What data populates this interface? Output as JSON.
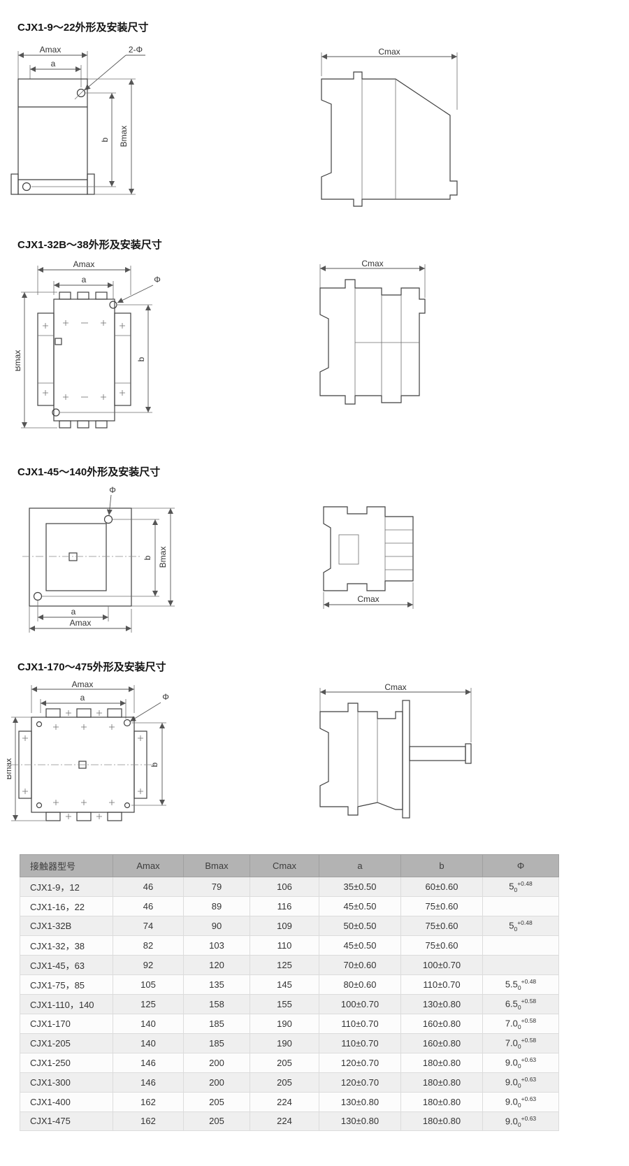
{
  "sections": [
    {
      "title": "CJX1-9～22外形及安装尺寸"
    },
    {
      "title": "CJX1-32B～38外形及安装尺寸"
    },
    {
      "title": "CJX1-45～140外形及安装尺寸"
    },
    {
      "title": "CJX1-170～475外形及安装尺寸"
    }
  ],
  "labels": {
    "amax": "Amax",
    "a": "a",
    "b": "b",
    "bmax": "Bmax",
    "cmax": "Cmax",
    "phi": "Φ",
    "two_phi": "2-Φ"
  },
  "colors": {
    "line": "#3f3f3f",
    "table_header_bg": "#b3b3b3",
    "row_alt_bg": "#efefef",
    "border": "#dcdcdc"
  },
  "table": {
    "headers": [
      "接触器型号",
      "Amax",
      "Bmax",
      "Cmax",
      "a",
      "b",
      "Φ"
    ],
    "rows": [
      {
        "model": "CJX1-9，12",
        "amax": "46",
        "bmax": "79",
        "cmax": "106",
        "a": "35±0.50",
        "b": "60±0.60",
        "phi": {
          "base": "5",
          "lower": "0",
          "upper": "+0.48"
        }
      },
      {
        "model": "CJX1-16，22",
        "amax": "46",
        "bmax": "89",
        "cmax": "116",
        "a": "45±0.50",
        "b": "75±0.60",
        "phi": null
      },
      {
        "model": "CJX1-32B",
        "amax": "74",
        "bmax": "90",
        "cmax": "109",
        "a": "50±0.50",
        "b": "75±0.60",
        "phi": {
          "base": "5",
          "lower": "0",
          "upper": "+0.48"
        }
      },
      {
        "model": "CJX1-32，38",
        "amax": "82",
        "bmax": "103",
        "cmax": "110",
        "a": "45±0.50",
        "b": "75±0.60",
        "phi": null
      },
      {
        "model": "CJX1-45，63",
        "amax": "92",
        "bmax": "120",
        "cmax": "125",
        "a": "70±0.60",
        "b": "100±0.70",
        "phi": null
      },
      {
        "model": "CJX1-75，85",
        "amax": "105",
        "bmax": "135",
        "cmax": "145",
        "a": "80±0.60",
        "b": "110±0.70",
        "phi": {
          "base": "5.5",
          "lower": "0",
          "upper": "+0.48"
        }
      },
      {
        "model": "CJX1-110，140",
        "amax": "125",
        "bmax": "158",
        "cmax": "155",
        "a": "100±0.70",
        "b": "130±0.80",
        "phi": {
          "base": "6.5",
          "lower": "0",
          "upper": "+0.58"
        }
      },
      {
        "model": "CJX1-170",
        "amax": "140",
        "bmax": "185",
        "cmax": "190",
        "a": "110±0.70",
        "b": "160±0.80",
        "phi": {
          "base": "7.0",
          "lower": "0",
          "upper": "+0.58"
        }
      },
      {
        "model": "CJX1-205",
        "amax": "140",
        "bmax": "185",
        "cmax": "190",
        "a": "110±0.70",
        "b": "160±0.80",
        "phi": {
          "base": "7.0",
          "lower": "0",
          "upper": "+0.58"
        }
      },
      {
        "model": "CJX1-250",
        "amax": "146",
        "bmax": "200",
        "cmax": "205",
        "a": "120±0.70",
        "b": "180±0.80",
        "phi": {
          "base": "9.0",
          "lower": "0",
          "upper": "+0.63"
        }
      },
      {
        "model": "CJX1-300",
        "amax": "146",
        "bmax": "200",
        "cmax": "205",
        "a": "120±0.70",
        "b": "180±0.80",
        "phi": {
          "base": "9.0",
          "lower": "0",
          "upper": "+0.63"
        }
      },
      {
        "model": "CJX1-400",
        "amax": "162",
        "bmax": "205",
        "cmax": "224",
        "a": "130±0.80",
        "b": "180±0.80",
        "phi": {
          "base": "9.0",
          "lower": "0",
          "upper": "+0.63"
        }
      },
      {
        "model": "CJX1-475",
        "amax": "162",
        "bmax": "205",
        "cmax": "224",
        "a": "130±0.80",
        "b": "180±0.80",
        "phi": {
          "base": "9.0",
          "lower": "0",
          "upper": "+0.63"
        }
      }
    ]
  }
}
